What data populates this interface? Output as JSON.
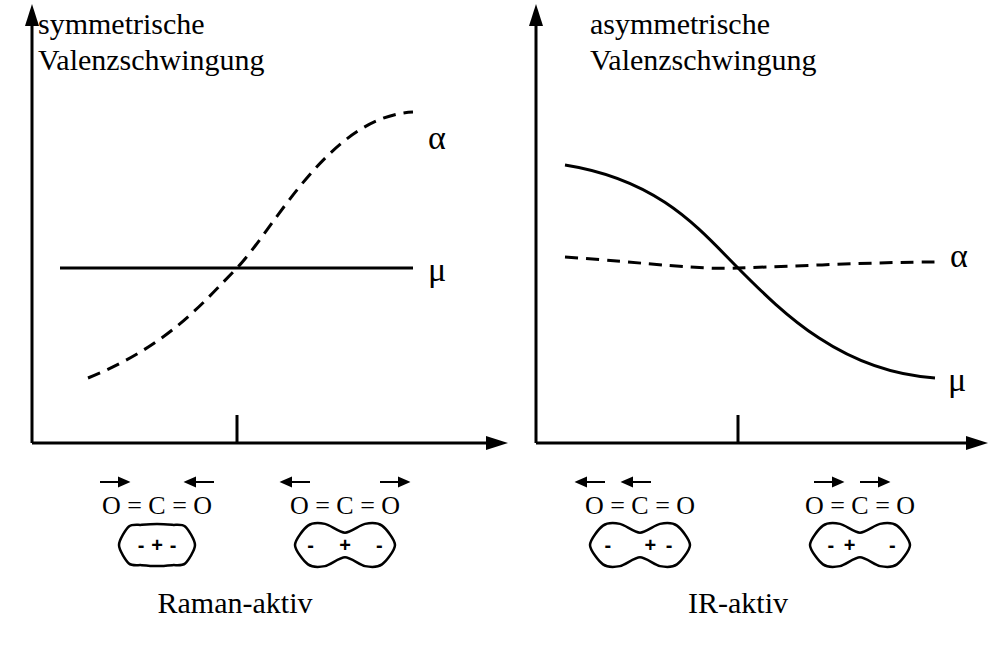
{
  "diagram": {
    "nodes": [
      {
        "text": [
          "-",
          "+",
          "-"
        ]
      },
      {
        "text": [
          "-",
          "+",
          "-"
        ]
      },
      {
        "text": [
          "-",
          "+",
          "-"
        ]
      },
      {
        "text": [
          "-",
          "+",
          "-"
        ]
      }
    ],
    "labels": [
      "symmetrische Valenzschwingung",
      "α",
      "μ",
      "O = C = O",
      "O = C = O",
      "Raman-aktiv",
      "asymmetrische Valenzschwingung",
      "α",
      "μ",
      "O = C = O",
      "O = C = O",
      "IR-aktiv"
    ]
  }
}
